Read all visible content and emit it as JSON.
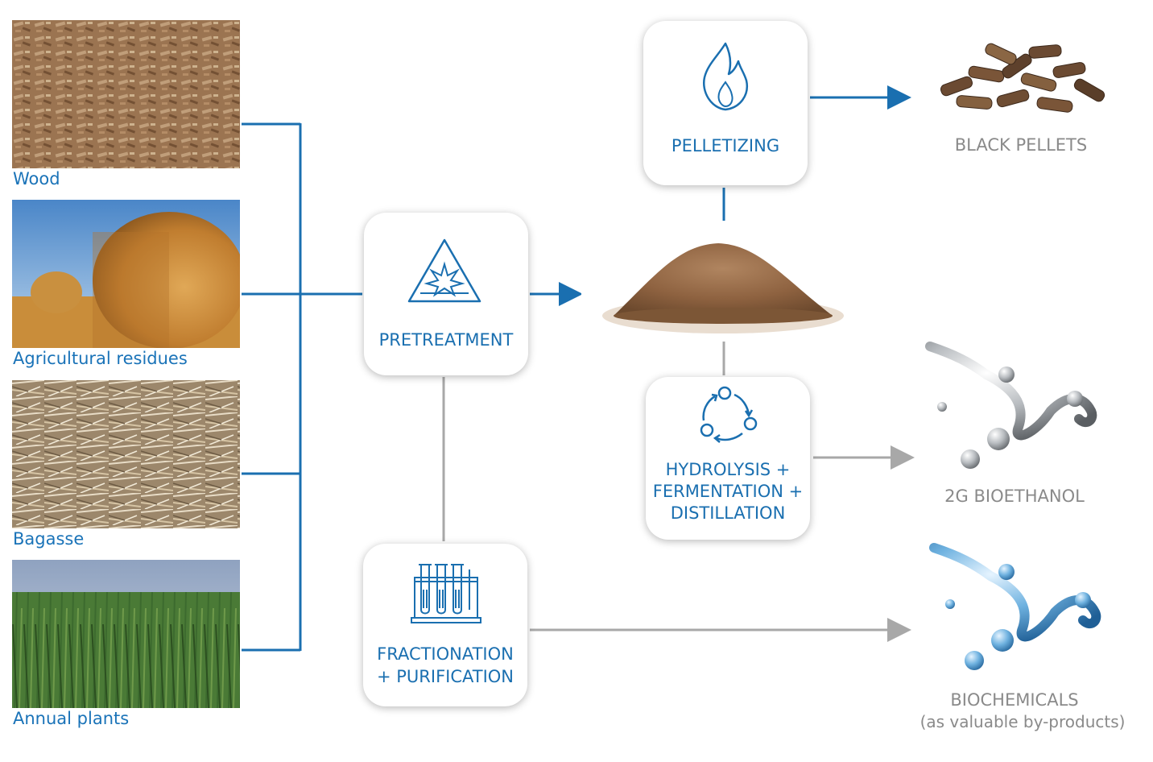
{
  "sources": [
    {
      "label": "Wood"
    },
    {
      "label": "Agricultural residues"
    },
    {
      "label": "Bagasse"
    },
    {
      "label": "Annual plants"
    }
  ],
  "steps": {
    "pretreatment": "PRETREATMENT",
    "pelletizing": "PELLETIZING",
    "hydrolysis_lines": [
      "HYDROLYSIS +",
      "FERMENTATION +",
      "DISTILLATION"
    ],
    "fractionation_lines": [
      "FRACTIONATION",
      "+ PURIFICATION"
    ]
  },
  "outputs": {
    "black_pellets": "BLACK PELLETS",
    "bioethanol": "2G BIOETHANOL",
    "biochemicals": "BIOCHEMICALS",
    "biochemicals_note": "(as valuable by-products)"
  },
  "colors": {
    "accent_blue": "#1a6fb0",
    "gray_line": "#a8a8a8"
  }
}
